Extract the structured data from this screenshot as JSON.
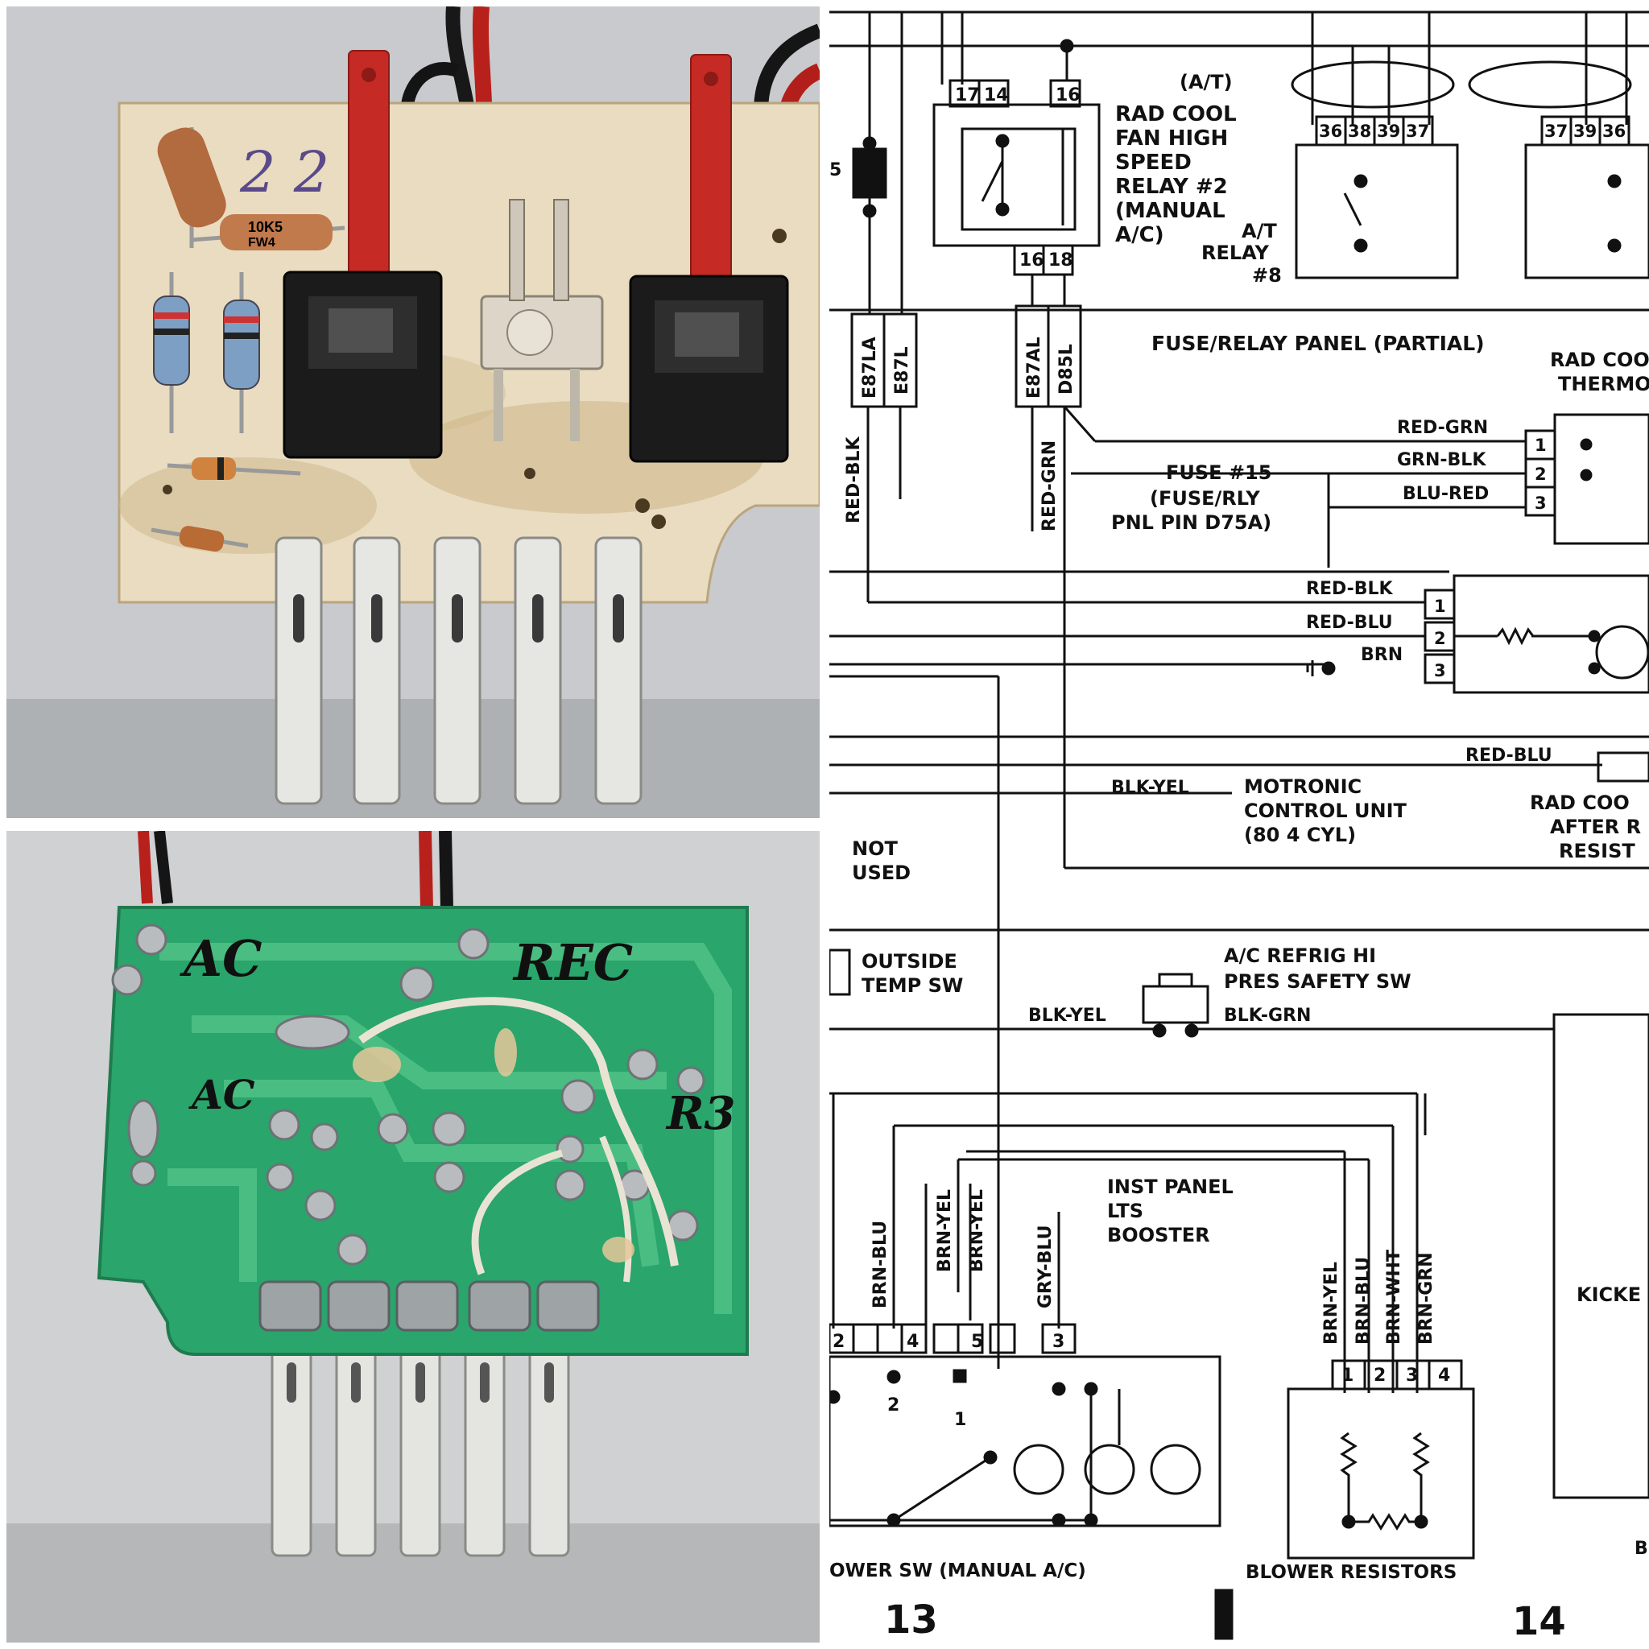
{
  "photos": {
    "top": {
      "resistor_code": "10K5",
      "resistor_code2": "FW4"
    },
    "bottom": {
      "ink_ac_1": "AC",
      "ink_rec": "REC",
      "ink_ac_2": "AC",
      "ink_r3": "R3"
    }
  },
  "schematic": {
    "relay1": {
      "label": [
        "RAD COOL",
        "FAN HIGH",
        "SPEED",
        "RELAY #2",
        "(MANUAL",
        "A/C)"
      ],
      "pins_top": [
        "17",
        "14",
        "16"
      ],
      "pins_bottom": [
        "16",
        "18"
      ]
    },
    "relay2": {
      "at_label": "(A/T)",
      "label": [
        "A/T",
        "RELAY",
        "#8"
      ],
      "pins": [
        "36",
        "38",
        "39",
        "37"
      ]
    },
    "relay3": {
      "pins": [
        "37",
        "39",
        "36"
      ]
    },
    "fuse_panel_label": "FUSE/RELAY PANEL (PARTIAL)",
    "connectors": [
      "E87LA",
      "E87L",
      "E87AL",
      "D85L"
    ],
    "thermo_label": [
      "RAD COO",
      "THERMO"
    ],
    "wires": {
      "red_blk_vert": "RED-BLK",
      "red_grn_vert": "RED-GRN",
      "red_grn": "RED-GRN",
      "grn_blk": "GRN-BLK",
      "blu_red": "BLU-RED",
      "red_blk": "RED-BLK",
      "red_blu": "RED-BLU",
      "brn": "BRN",
      "red_blu_2": "RED-BLU",
      "blk_yel": "BLK-YEL",
      "blk_yel_2": "BLK-YEL",
      "blk_grn": "BLK-GRN",
      "brn_blu": "BRN-BLU",
      "brn_yel": "BRN-YEL",
      "brn_yel_2": "BRN-YEL",
      "gry_blu": "GRY-BLU",
      "res_brn_yel": "BRN-YEL",
      "res_brn_blu": "BRN-BLU",
      "res_brn_wht": "BRN-WHT",
      "res_brn_grn": "BRN-GRN"
    },
    "thermo_pins": [
      "1",
      "2",
      "3"
    ],
    "motor_pins": [
      "1",
      "2",
      "3"
    ],
    "fuse15": [
      "FUSE #15",
      "(FUSE/RLY",
      "PNL PIN D75A)"
    ],
    "motronic": [
      "MOTRONIC",
      "CONTROL UNIT",
      "(80 4 CYL)"
    ],
    "rad_cool_after": [
      "RAD COO",
      "AFTER R",
      "RESIST"
    ],
    "not_used": [
      "NOT",
      "USED"
    ],
    "outside_temp": [
      "OUTSIDE",
      "TEMP SW"
    ],
    "refrig_sw": [
      "A/C REFRIG HI",
      "PRES SAFETY SW"
    ],
    "inst_panel": [
      "INST PANEL",
      "LTS",
      "BOOSTER"
    ],
    "kicked": "KICKE",
    "blower_sw_pins": [
      "2",
      "4",
      "5",
      "3"
    ],
    "blower_sw_positions": [
      "2",
      "1"
    ],
    "resistor_pins": [
      "1",
      "2",
      "3",
      "4"
    ],
    "blower_sw_label": "OWER SW (MANUAL A/C)",
    "blower_resistors_label": "BLOWER RESISTORS",
    "grid_13": "13",
    "grid_14": "14",
    "edge_5": "5",
    "edge_b": "B"
  }
}
